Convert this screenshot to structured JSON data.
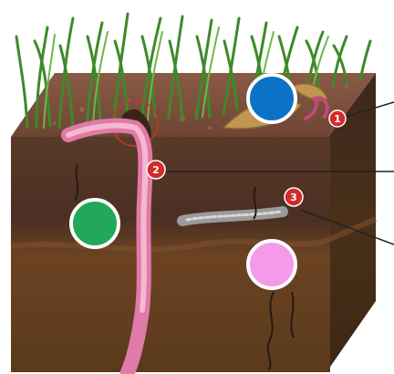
{
  "diagram": {
    "labels": [
      {
        "number": "1",
        "color": "#d42a2a"
      },
      {
        "number": "2",
        "color": "#d42a2a"
      },
      {
        "number": "3",
        "color": "#d42a2a"
      }
    ],
    "dots": [
      {
        "name": "blue",
        "color": "#0b72c8"
      },
      {
        "name": "green",
        "color": "#21a85a"
      },
      {
        "name": "pink",
        "color": "#f59ae8"
      }
    ]
  }
}
